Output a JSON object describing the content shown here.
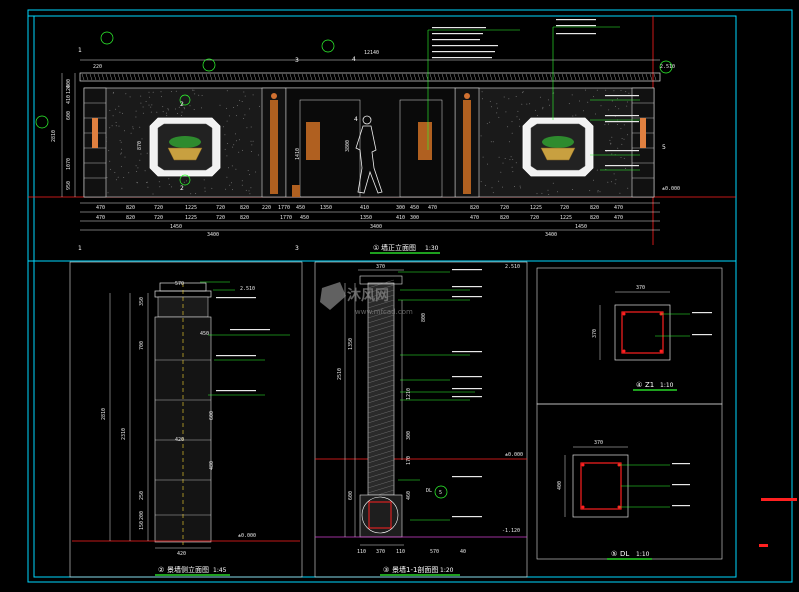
{
  "colors": {
    "background": "#000000",
    "frame": "#00d8ff",
    "red_line": "#ff2020",
    "green_line": "#30ff30",
    "white_line": "#e0e0e0",
    "magenta_line": "#d040d0",
    "yellow_dash": "#ffdd33"
  },
  "drawings": {
    "elevation": {
      "title": "墙正立面图",
      "scale": "1:30",
      "number": "①",
      "axis_labels": [
        "1",
        "2",
        "3",
        "4",
        "5"
      ],
      "dims_top": [
        "220",
        "12140",
        "4"
      ],
      "dims_bottom_row1": [
        "470",
        "820",
        "720",
        "1225",
        "720",
        "820",
        "220",
        "1770",
        "450",
        "1350",
        "410",
        "300",
        "450",
        "470",
        "820",
        "720",
        "1225",
        "720",
        "820",
        "470"
      ],
      "dims_bottom_row2": [
        "470",
        "820",
        "720",
        "1225",
        "720",
        "820",
        "1770",
        "450",
        "1350",
        "410",
        "300",
        "470",
        "820",
        "720",
        "1225",
        "820",
        "470"
      ],
      "dims_bottom_row3": [
        "1450",
        "3400",
        "1450"
      ],
      "dims_total": [
        "3400",
        "3400"
      ],
      "dims_left": [
        "400",
        "120",
        "410",
        "600",
        "2810",
        "1070",
        "950"
      ],
      "dims_inner": [
        "870",
        "1410",
        "3800"
      ],
      "elev_marks": [
        "2.510",
        "±0.000"
      ]
    },
    "pillar": {
      "title": "景墙侧立面图",
      "scale": "1:45",
      "number": "②",
      "dims_left": [
        "2810",
        "2310",
        "350",
        "700",
        "250",
        "200",
        "150"
      ],
      "dims_bottom": [
        "420"
      ],
      "dims_inner": [
        "570",
        "420",
        "450",
        "600",
        "480"
      ],
      "elev_marks": [
        "2.510",
        "±0.000"
      ]
    },
    "section": {
      "title": "景墙1-1剖面图",
      "scale": "1:20",
      "number": "③",
      "dims_top": [
        "370"
      ],
      "dims_left": [
        "2510",
        "1350",
        "600"
      ],
      "dims_inner": [
        "800",
        "1210",
        "300",
        "170",
        "460"
      ],
      "dims_bottom": [
        "110",
        "370",
        "110",
        "570",
        "40"
      ],
      "elev_marks": [
        "2.510",
        "±0.000",
        "-1.120"
      ],
      "callout": "DL",
      "callout_no": "5"
    },
    "z1": {
      "title": "Z1",
      "scale": "1:10",
      "number": "④",
      "dims": [
        "370",
        "370"
      ]
    },
    "dl": {
      "title": "DL",
      "scale": "1:10",
      "number": "⑤",
      "dims": [
        "370",
        "400"
      ]
    }
  },
  "watermark": {
    "main": "沐风网",
    "url": "www.mfcad.com"
  }
}
